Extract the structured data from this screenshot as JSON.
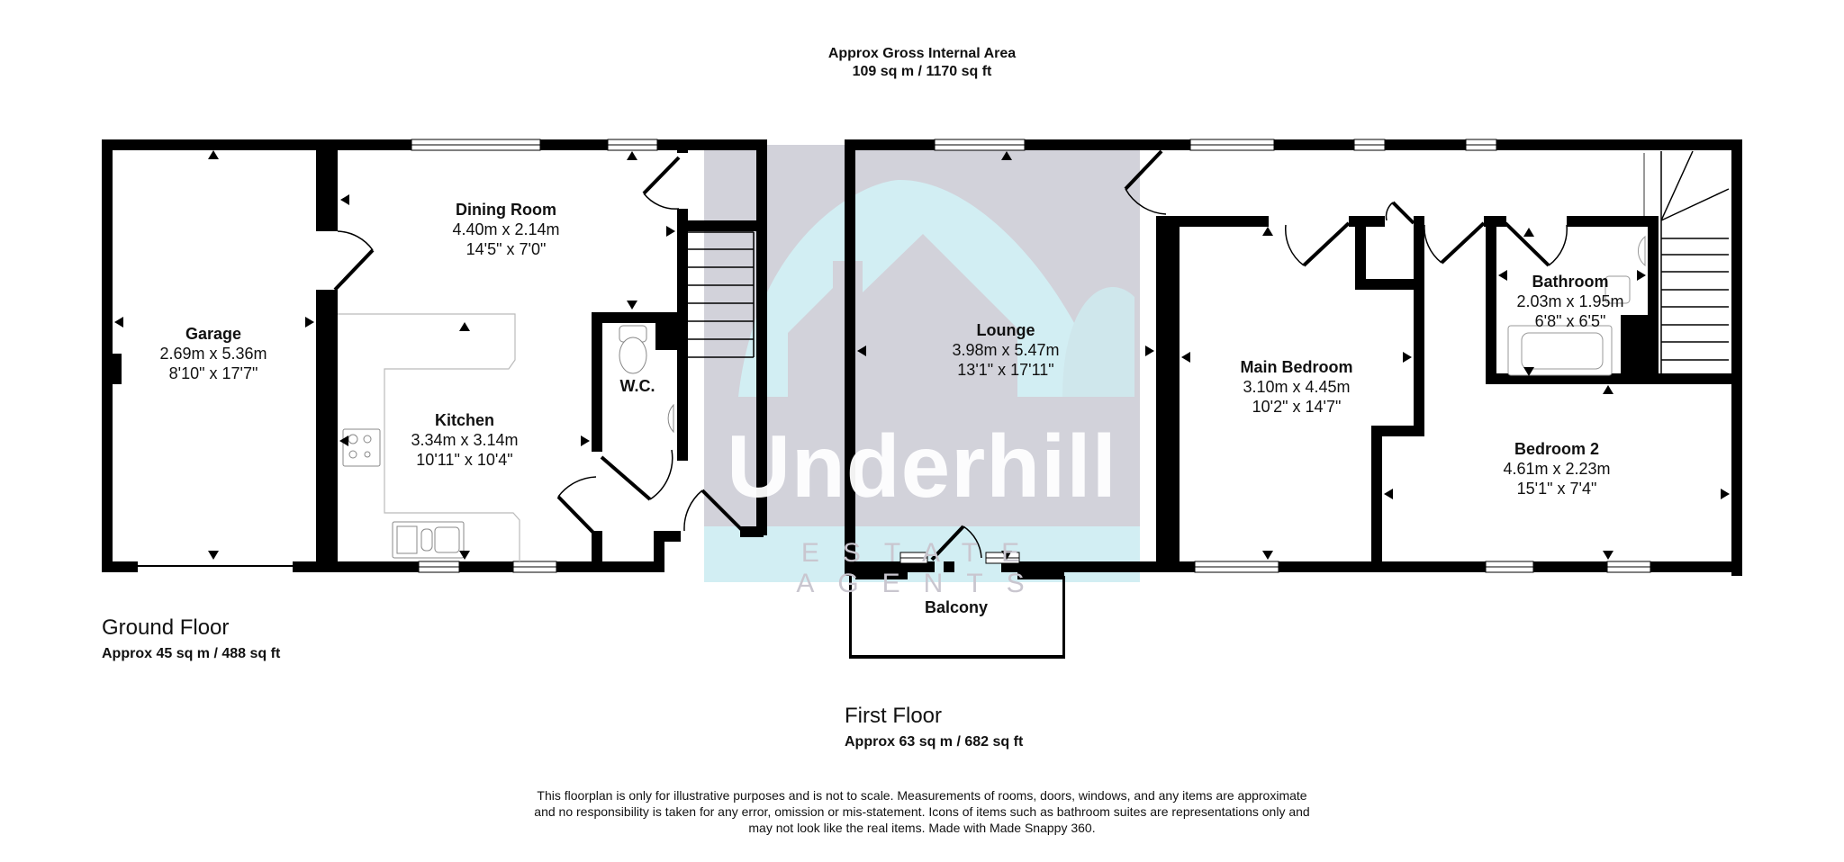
{
  "header": {
    "title": "Approx Gross Internal Area",
    "area": "109 sq m / 1170 sq ft"
  },
  "watermark": {
    "brand": "Underhill",
    "tagline": "ESTATE AGENTS",
    "colors": {
      "box": "#d2d2da",
      "band": "#d2eef3",
      "text": "#ffffff"
    }
  },
  "ground_floor": {
    "title": "Ground Floor",
    "area": "Approx 45 sq m / 488 sq ft",
    "rooms": [
      {
        "name": "Garage",
        "metric": "2.69m x 5.36m",
        "imperial": "8'10\" x 17'7\""
      },
      {
        "name": "Dining Room",
        "metric": "4.40m x 2.14m",
        "imperial": "14'5\" x 7'0\""
      },
      {
        "name": "Kitchen",
        "metric": "3.34m x 3.14m",
        "imperial": "10'11\" x 10'4\""
      },
      {
        "name": "W.C."
      }
    ]
  },
  "first_floor": {
    "title": "First Floor",
    "area": "Approx 63 sq m / 682 sq ft",
    "rooms": [
      {
        "name": "Lounge",
        "metric": "3.98m x 5.47m",
        "imperial": "13'1\" x 17'11\""
      },
      {
        "name": "Main Bedroom",
        "metric": "3.10m x 4.45m",
        "imperial": "10'2\" x 14'7\""
      },
      {
        "name": "Bathroom",
        "metric": "2.03m x 1.95m",
        "imperial": "6'8\" x 6'5\""
      },
      {
        "name": "Bedroom 2",
        "metric": "4.61m x 2.23m",
        "imperial": "15'1\" x 7'4\""
      },
      {
        "name": "Balcony"
      }
    ]
  },
  "disclaimer": {
    "line1": "This floorplan is only for illustrative purposes and is not to scale. Measurements of rooms, doors, windows, and any items are approximate",
    "line2": "and no responsibility is taken for any error, omission or mis-statement. Icons of items such as bathroom suites are representations only and",
    "line3": "may not look like the real items. Made with Made Snappy 360."
  }
}
